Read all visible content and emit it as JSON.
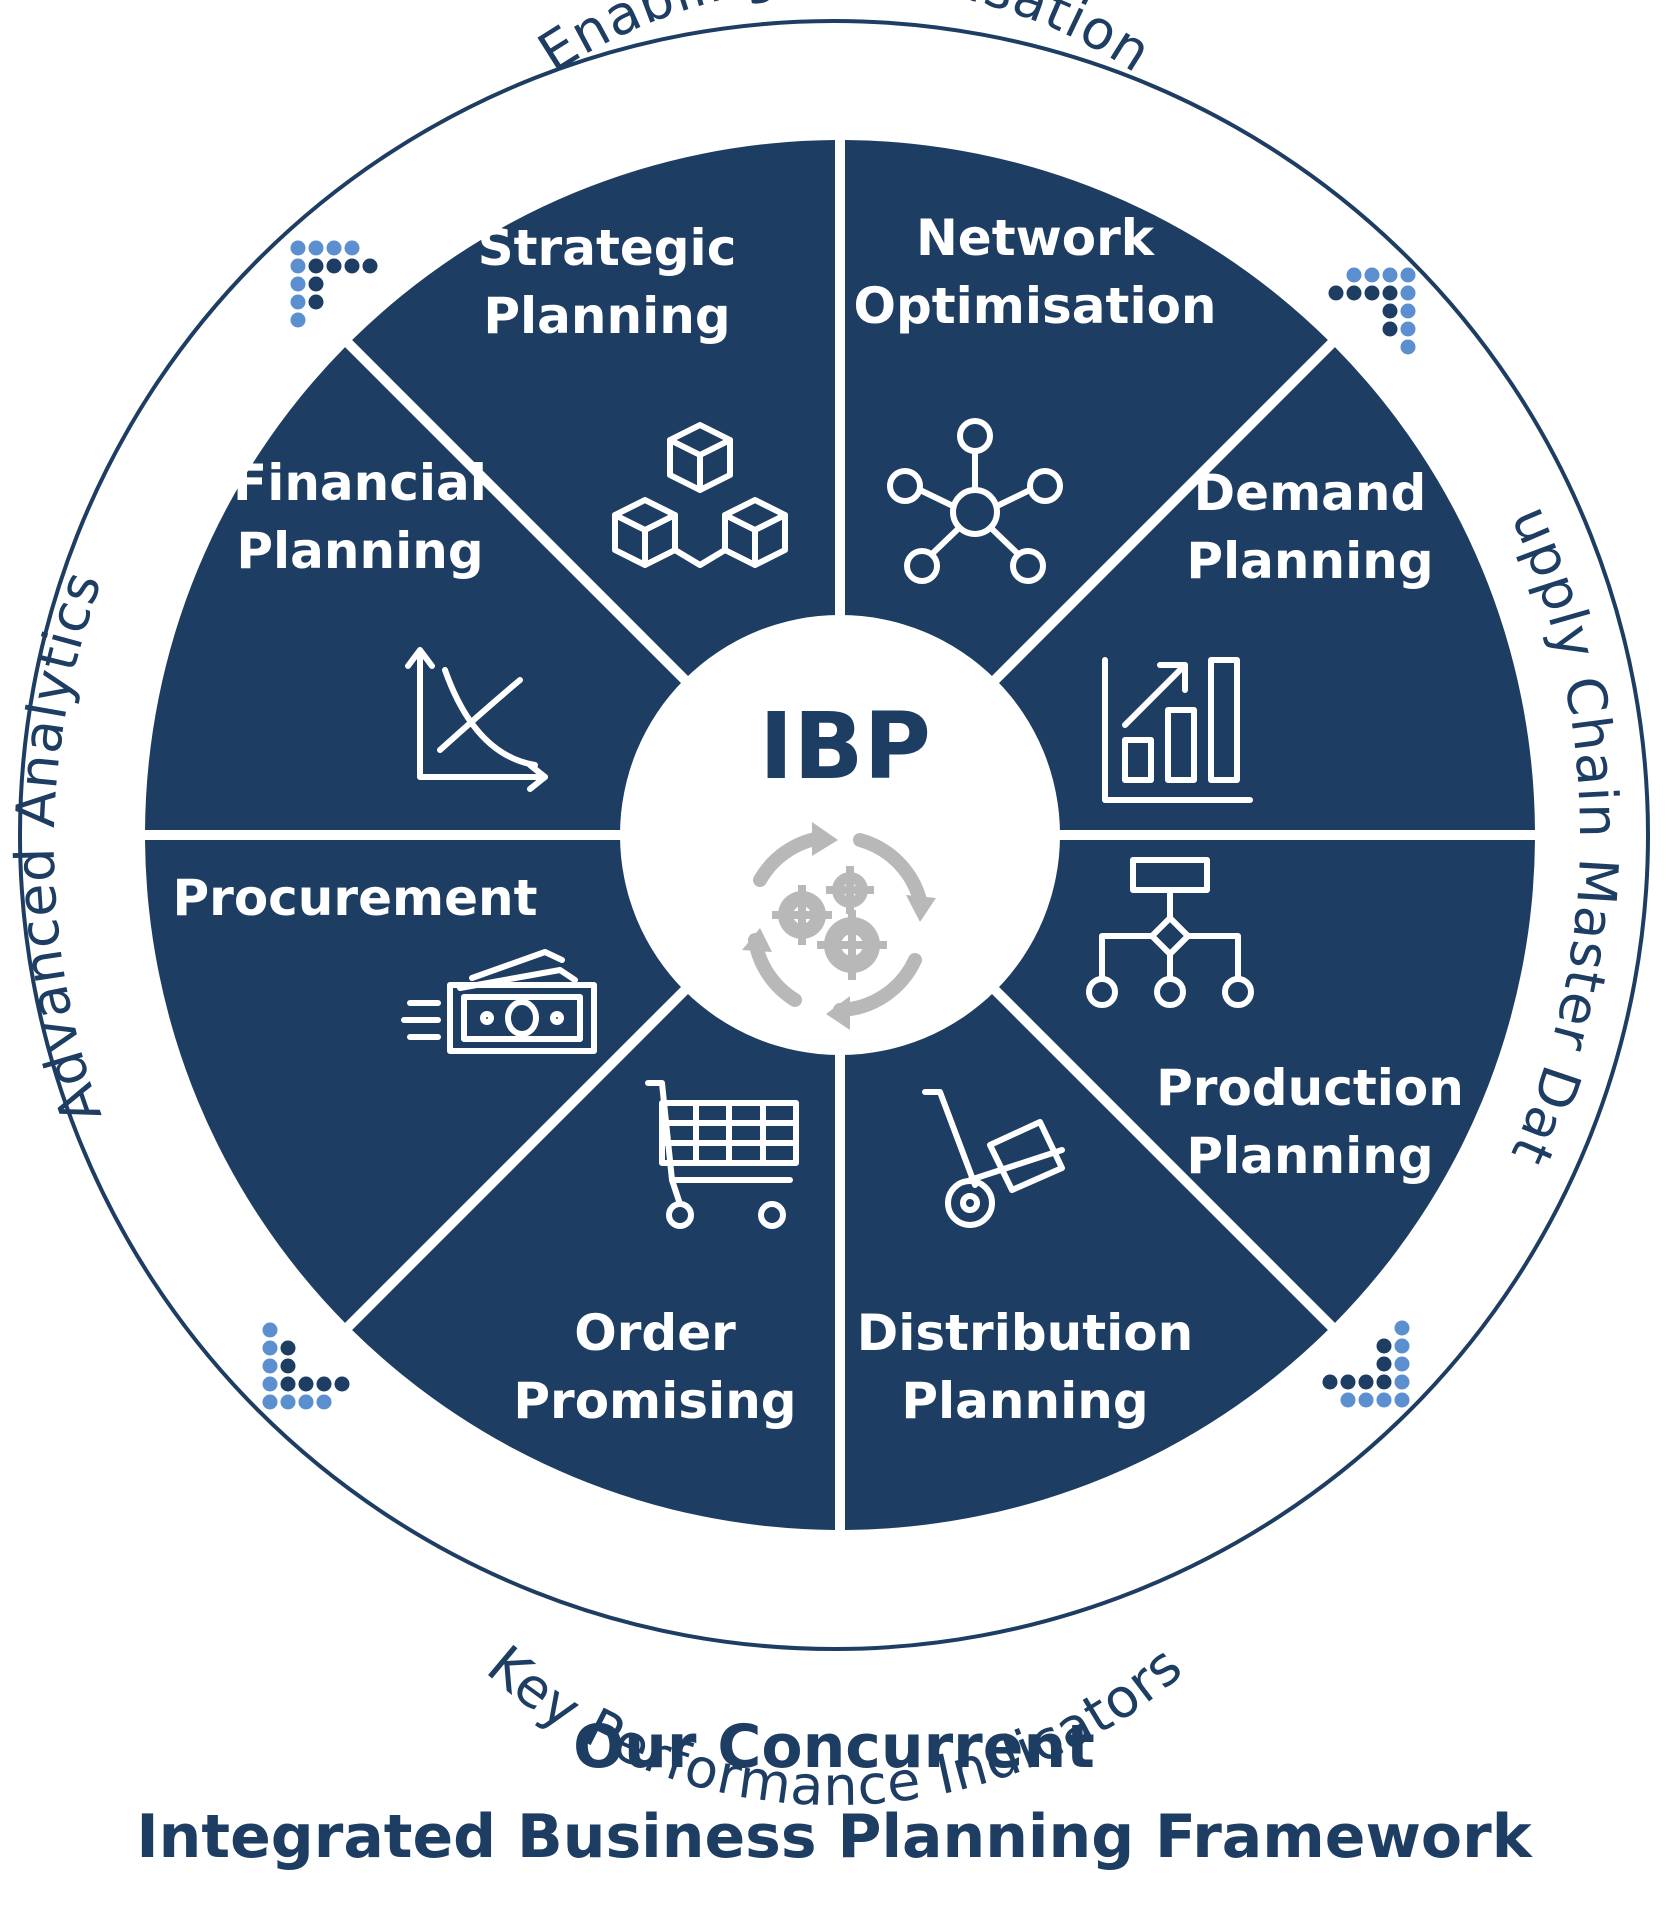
{
  "center": {
    "label": "IBP",
    "icon": "gears-cycle-icon"
  },
  "segments": [
    {
      "id": "network-optimisation",
      "lines": [
        "Network",
        "Optimisation"
      ],
      "icon": "network-hub-icon"
    },
    {
      "id": "demand-planning",
      "lines": [
        "Demand",
        "Planning"
      ],
      "icon": "bar-chart-growth-icon"
    },
    {
      "id": "production-planning",
      "lines": [
        "Production",
        "Planning"
      ],
      "icon": "flowchart-icon"
    },
    {
      "id": "distribution-planning",
      "lines": [
        "Distribution",
        "Planning"
      ],
      "icon": "hand-truck-icon"
    },
    {
      "id": "order-promising",
      "lines": [
        "Order",
        "Promising"
      ],
      "icon": "shopping-cart-icon"
    },
    {
      "id": "procurement",
      "lines": [
        "Procurement"
      ],
      "icon": "cash-money-icon"
    },
    {
      "id": "financial-planning",
      "lines": [
        "Financial",
        "Planning"
      ],
      "icon": "curve-chart-icon"
    },
    {
      "id": "strategic-planning",
      "lines": [
        "Strategic",
        "Planning"
      ],
      "icon": "stacked-cubes-icon"
    }
  ],
  "ring_labels": {
    "top": "Enabling Organisation",
    "right": "Supply Chain Master Data",
    "bottom": "Key Performance Indicators",
    "left": "Advanced Analytics"
  },
  "caption": {
    "line1": "Our Concurrent",
    "line2": "Integrated Business Planning Framework"
  },
  "colors": {
    "segment_fill": "#1e3d63",
    "ring_stroke": "#1e3d63",
    "text_dark": "#1e3d63",
    "dot_light": "#5b8fd0",
    "dot_dark": "#1e3d63",
    "gear_gray": "#b8b8b8"
  }
}
